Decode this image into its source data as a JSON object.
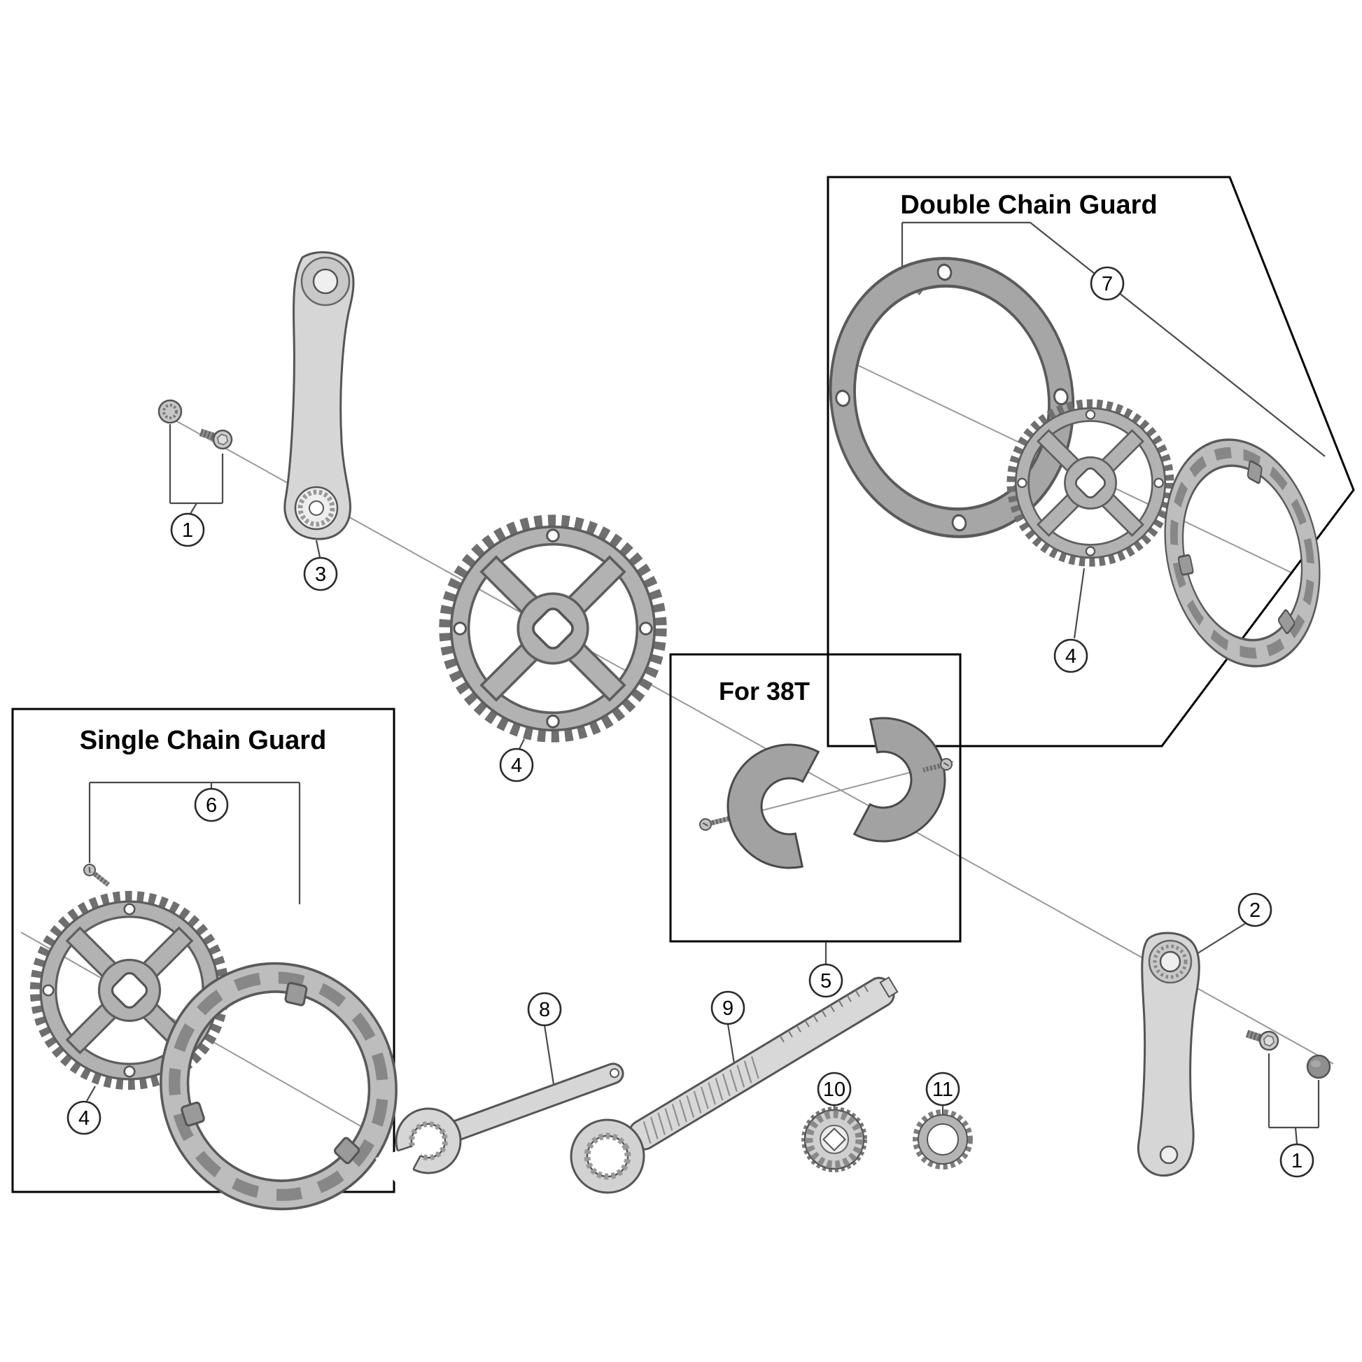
{
  "labels": {
    "double_chain_guard": "Double Chain Guard",
    "single_chain_guard": "Single Chain Guard",
    "for_38t": "For 38T"
  },
  "callouts": {
    "c1_left": "1",
    "c1_right": "1",
    "c2": "2",
    "c3": "3",
    "c4_main": "4",
    "c4_double": "4",
    "c4_single": "4",
    "c5": "5",
    "c6": "6",
    "c7": "7",
    "c8": "8",
    "c9": "9",
    "c10": "10",
    "c11": "11"
  },
  "colors": {
    "background": "#ffffff",
    "box_border": "#000000",
    "label_text": "#000000",
    "part_outline": "#555555",
    "part_fill_light": "#d6d6d6",
    "part_fill_mid": "#b2b2b2",
    "part_fill_dark": "#9a9a9a",
    "axis_line": "#999999",
    "leader_line": "#4a4a4a"
  }
}
